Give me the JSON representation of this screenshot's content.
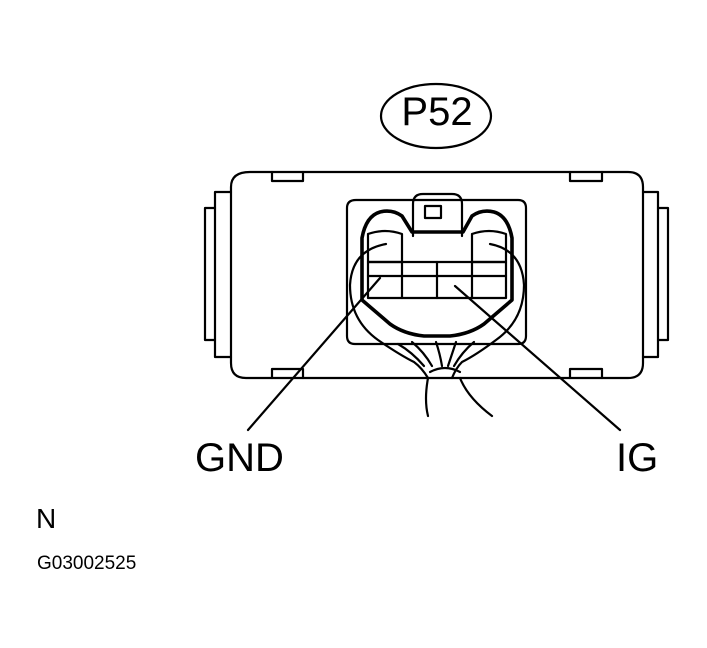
{
  "connector": {
    "code": "P52"
  },
  "terminals": {
    "left_label": "GND",
    "right_label": "IG"
  },
  "view_mark": "N",
  "figure_code": "G03002525"
}
